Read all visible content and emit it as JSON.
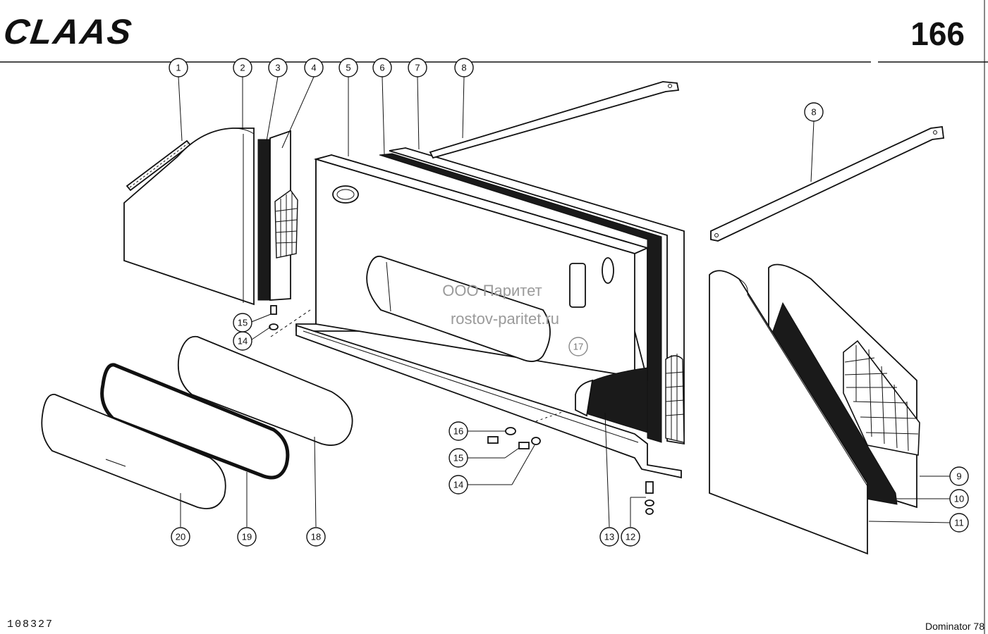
{
  "header": {
    "brand": "CLAAS",
    "page_number": "166"
  },
  "footer": {
    "drawing_number": "108327",
    "model": "Dominator 78"
  },
  "watermark": {
    "line1": "ООО Паритет",
    "line2": "rostov-paritet.ru"
  },
  "callouts": [
    "1",
    "2",
    "3",
    "4",
    "5",
    "6",
    "7",
    "8",
    "8",
    "9",
    "10",
    "11",
    "12",
    "13",
    "14",
    "14",
    "15",
    "15",
    "16",
    "17",
    "18",
    "19",
    "20"
  ],
  "colors": {
    "ink": "#111111",
    "watermark": "#9a9a9a",
    "background": "#ffffff"
  }
}
